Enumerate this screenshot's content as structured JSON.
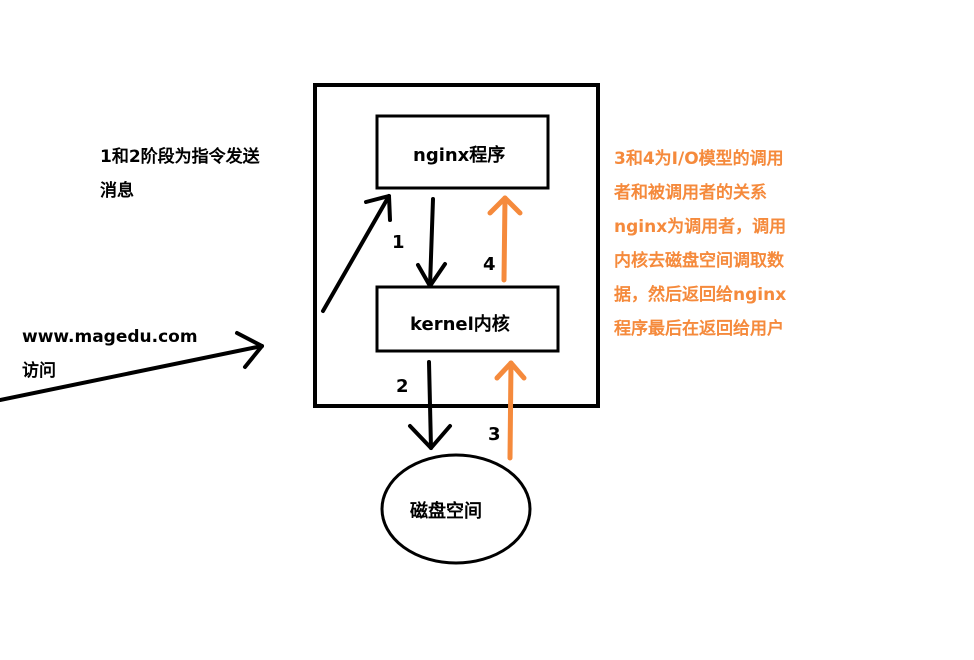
{
  "colors": {
    "ink": "#000000",
    "accent": "#f58a3c"
  },
  "boxes": {
    "nginx": "nginx程序",
    "kernel": "kernel内核",
    "disk": "磁盘空间"
  },
  "labels": {
    "step1": "1",
    "step2": "2",
    "step3": "3",
    "step4": "4"
  },
  "notes": {
    "phase_note": [
      "1和2阶段为指令发送",
      "消息"
    ],
    "visit_note": [
      "www.magedu.com",
      "访问"
    ],
    "io_model_note": [
      "3和4为I/O模型的调用",
      "者和被调用者的关系",
      "nginx为调用者，调用",
      "内核去磁盘空间调取数",
      "据，然后返回给nginx",
      "程序最后在返回给用户"
    ]
  }
}
